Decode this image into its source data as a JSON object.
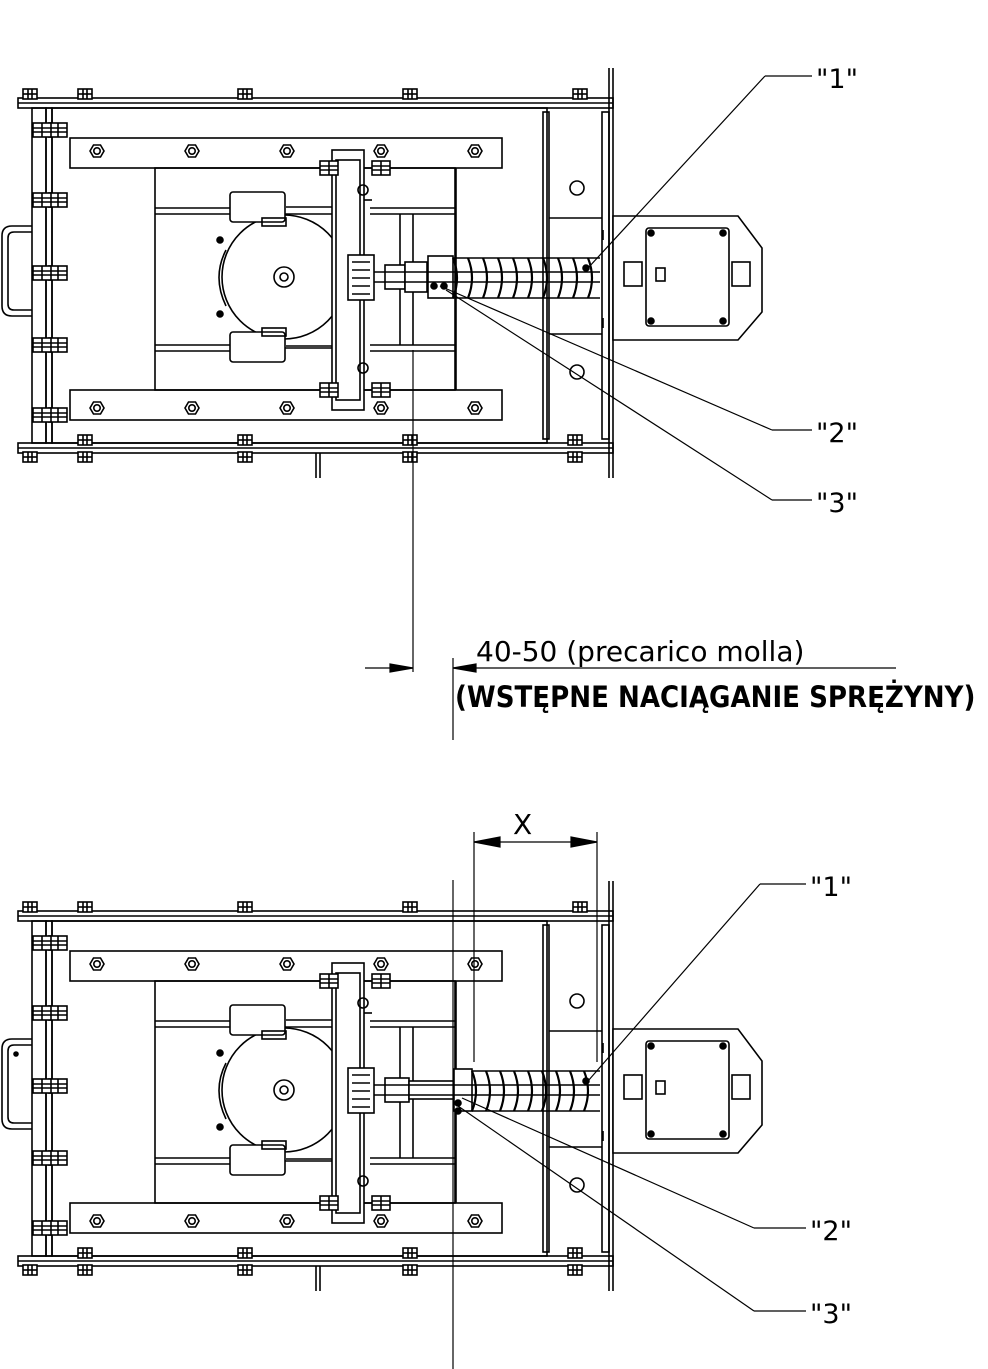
{
  "labels": {
    "callout_1": "\"1\"",
    "callout_2": "\"2\"",
    "callout_3": "\"3\"",
    "preload_value": "40-50 (precarico molla)",
    "preload_polish": "(WSTĘPNE NACIĄGANIE SPRĘŻYNY)",
    "dimension_x": "X"
  },
  "views": [
    {
      "id": "top-view",
      "description_label": "before-preload"
    },
    {
      "id": "bottom-view",
      "description_label": "after-preload"
    }
  ]
}
